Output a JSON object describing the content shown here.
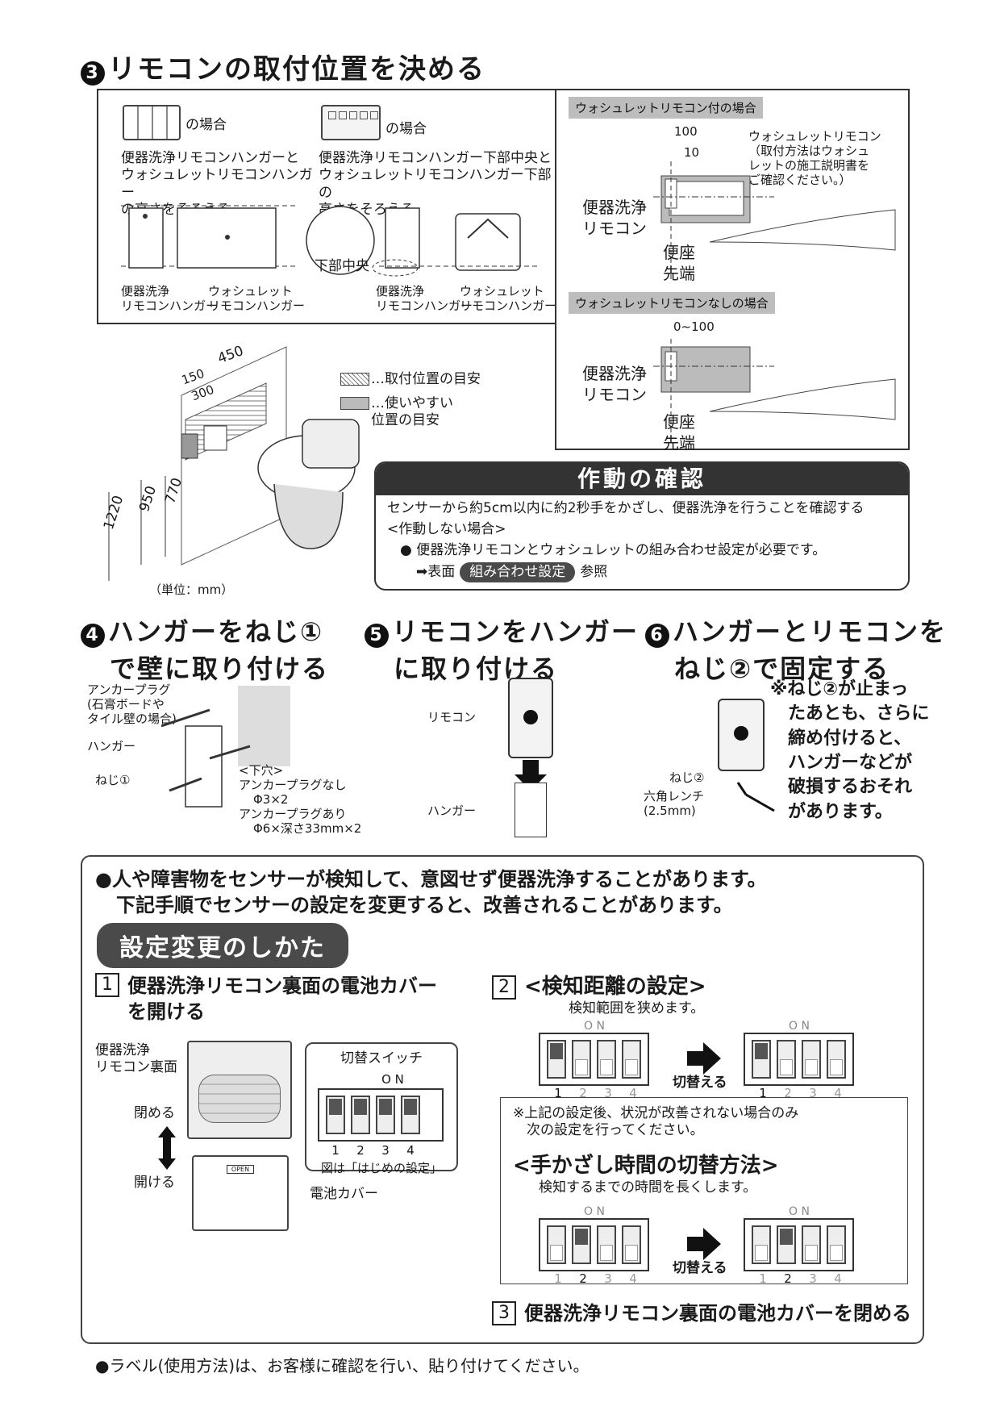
{
  "sec3": {
    "title": "リモコンの取付位置を決める",
    "num": "3",
    "left_case1": "の場合",
    "left_case2": "の場合",
    "desc1": "便器洗浄リモコンハンガーと\nウォシュレットリモコンハンガー\nの高さをそろえる",
    "desc2": "便器洗浄リモコンハンガー下部中央と\nウォシュレットリモコンハンガー下部の\n高さをそろえる",
    "bottom_center": "下部中央",
    "lbl_remote_hanger": "便器洗浄\nリモコンハンガー",
    "lbl_washlet_hanger": "ウォシュレット\nリモコンハンガー",
    "with_washlet_tag": "ウォシュレットリモコン付の場合",
    "without_washlet_tag": "ウォシュレットリモコンなしの場合",
    "dim_100": "100",
    "dim_10": "10",
    "dim_0_100": "0~100",
    "washlet_remote_note": "ウォシュレットリモコン\n（取付方法はウォシュ\nレットの施工説明書を\nご確認ください。）",
    "flush_remote": "便器洗浄\nリモコン",
    "seat_tip": "便座\n先端",
    "dim_450": "450",
    "dim_150": "150",
    "dim_300": "300",
    "dim_1220": "1220",
    "dim_950": "950",
    "dim_770": "770",
    "legend_hatch": "…取付位置の目安",
    "legend_grey": "…使いやすい\n位置の目安",
    "unit": "（単位：mm）"
  },
  "operation": {
    "title": "作動の確認",
    "line1": "センサーから約5cm以内に約2秒手をかざし、便器洗浄を行うことを確認する",
    "line2": "<作動しない場合>",
    "line3": "● 便器洗浄リモコンとウォシュレットの組み合わせ設定が必要です。",
    "ref_prefix": "➡表面",
    "ref_badge": "組み合わせ設定",
    "ref_suffix": "参照"
  },
  "sec4": {
    "num": "4",
    "title1": "ハンガーをねじ①",
    "title2": "で壁に取り付ける",
    "anchor": "アンカープラグ\n(石膏ボードや\nタイル壁の場合)",
    "hanger": "ハンガー",
    "screw1": "ねじ①",
    "hole_title": "<下穴>",
    "hole_1": "アンカープラグなし",
    "hole_2": "Φ3×2",
    "hole_3": "アンカープラグあり",
    "hole_4": "Φ6×深さ33mm×2"
  },
  "sec5": {
    "num": "5",
    "title1": "リモコンをハンガー",
    "title2": "に取り付ける",
    "remote": "リモコン",
    "hanger": "ハンガー"
  },
  "sec6": {
    "num": "6",
    "title1": "ハンガーとリモコンを",
    "title2": "ねじ②で固定する",
    "note": "※ねじ②が止まっ\n　たあとも、さらに\n　締め付けると、\n　ハンガーなどが\n　破損するおそれ\n　があります。",
    "screw2": "ねじ②",
    "wrench": "六角レンチ\n(2.5mm)"
  },
  "sensor": {
    "intro1": "●人や障害物をセンサーが検知して、意図せず便器洗浄することがあります。",
    "intro2": "下記手順でセンサーの設定を変更すると、改善されることがあります。",
    "pill": "設定変更のしかた",
    "step1_num": "1",
    "step1": "便器洗浄リモコン裏面の電池カバー\nを開ける",
    "back_label": "便器洗浄\nリモコン裏面",
    "close": "閉める",
    "open": "開ける",
    "open_tag": "OPEN",
    "battery_cover": "電池カバー",
    "switch_title": "切替スイッチ",
    "on_label": "O N",
    "initial_caption": "図は「はじめの設定」",
    "step2_num": "2",
    "step2": "<検知距離の設定>",
    "step2_sub": "検知範囲を狭めます。",
    "switch_word": "切替える",
    "note_box": "※上記の設定後、状況が改善されない場合のみ\n　次の設定を行ってください。",
    "time_title": "<手かざし時間の切替方法>",
    "time_sub": "検知するまでの時間を長くします。",
    "step3_num": "3",
    "step3": "便器洗浄リモコン裏面の電池カバーを閉める",
    "nums": [
      "1",
      "2",
      "3",
      "4"
    ]
  },
  "footer": "●ラベル(使用方法)は、お客様に確認を行い、貼り付けてください。"
}
